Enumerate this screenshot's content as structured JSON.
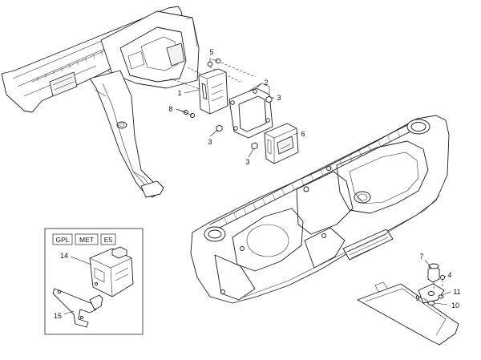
{
  "diagram": {
    "callouts": {
      "c1": "1",
      "c2": "2",
      "c3a": "3",
      "c3b": "3",
      "c3c": "3",
      "c4": "4",
      "c5": "5",
      "c6": "6",
      "c7": "7",
      "c8": "8",
      "c9": "9",
      "c10": "10",
      "c11": "11",
      "c14": "14",
      "c15": "15"
    },
    "inset_tags": [
      "GPL",
      "MET",
      "E5"
    ]
  }
}
